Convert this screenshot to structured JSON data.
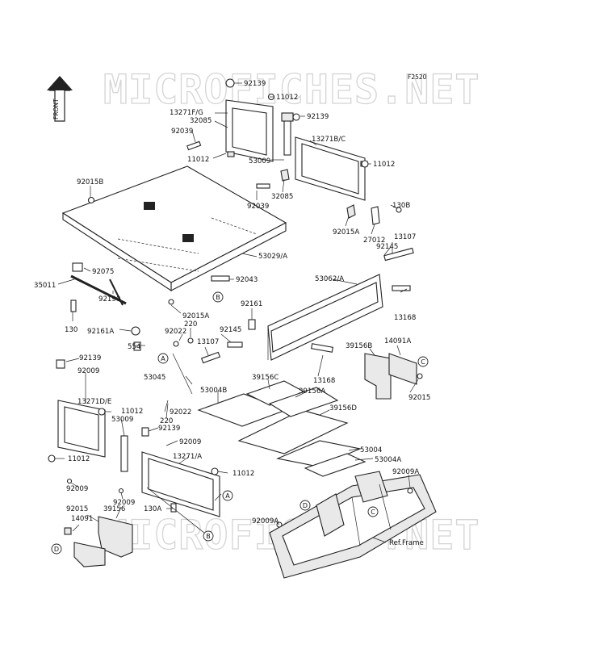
{
  "figure_code": "F2520",
  "watermark": "MICROFICHES.NET",
  "front_arrow": "FRONT",
  "reference_letters": [
    "A",
    "B",
    "C",
    "D"
  ],
  "ref_frame_label": "Ref.Frame",
  "part_numbers": {
    "p92139_top": "92139",
    "p11012_a": "11012",
    "p13271fg": "13271F/G",
    "p32085_a": "32085",
    "p92139_b": "92139",
    "p92039_a": "92039",
    "p13271bc": "13271B/C",
    "p11012_b": "11012",
    "p53009_a": "53009",
    "p11012_c": "11012",
    "p32085_b": "32085",
    "p92015b": "92015B",
    "p92039_b": "92039",
    "p130b": "130B",
    "p92015a_a": "92015A",
    "p27012": "27012",
    "p13107_a": "13107",
    "p92145_a": "92145",
    "p92075": "92075",
    "p53029a": "53029/A",
    "p35011": "35011",
    "p92043": "92043",
    "p53062a": "53062/A",
    "p92190": "92190",
    "p92015a_b": "92015A",
    "p130": "130",
    "p92161a": "92161A",
    "p92161": "92161",
    "p13168_a": "13168",
    "p220_a": "220",
    "p92022_a": "92022",
    "p92145_b": "92145",
    "p13107_b": "13107",
    "p554": "554",
    "p39156b": "39156B",
    "p14091a": "14091A",
    "p92139_c": "92139",
    "p13168_b": "13168",
    "p92009_a": "92009",
    "p53045": "53045",
    "p39156c": "39156C",
    "p92015": "92015",
    "p53004b": "53004B",
    "p39156a": "39156A",
    "p13271de": "13271D/E",
    "p11012_d": "11012",
    "p92022_b": "92022",
    "p39156d": "39156D",
    "p53009_b": "53009",
    "p220_b": "220",
    "p92139_d": "92139",
    "p92009_b": "92009",
    "p53004": "53004",
    "p13271a": "13271/A",
    "p53004a": "53004A",
    "p11012_e": "11012",
    "p11012_f": "11012",
    "p92009a_a": "92009A",
    "p92009_c": "92009",
    "p92009_d": "92009",
    "p130a": "130A",
    "p92015_b": "92015",
    "p39156": "39156",
    "p14091": "14091",
    "p92009a_b": "92009A"
  }
}
